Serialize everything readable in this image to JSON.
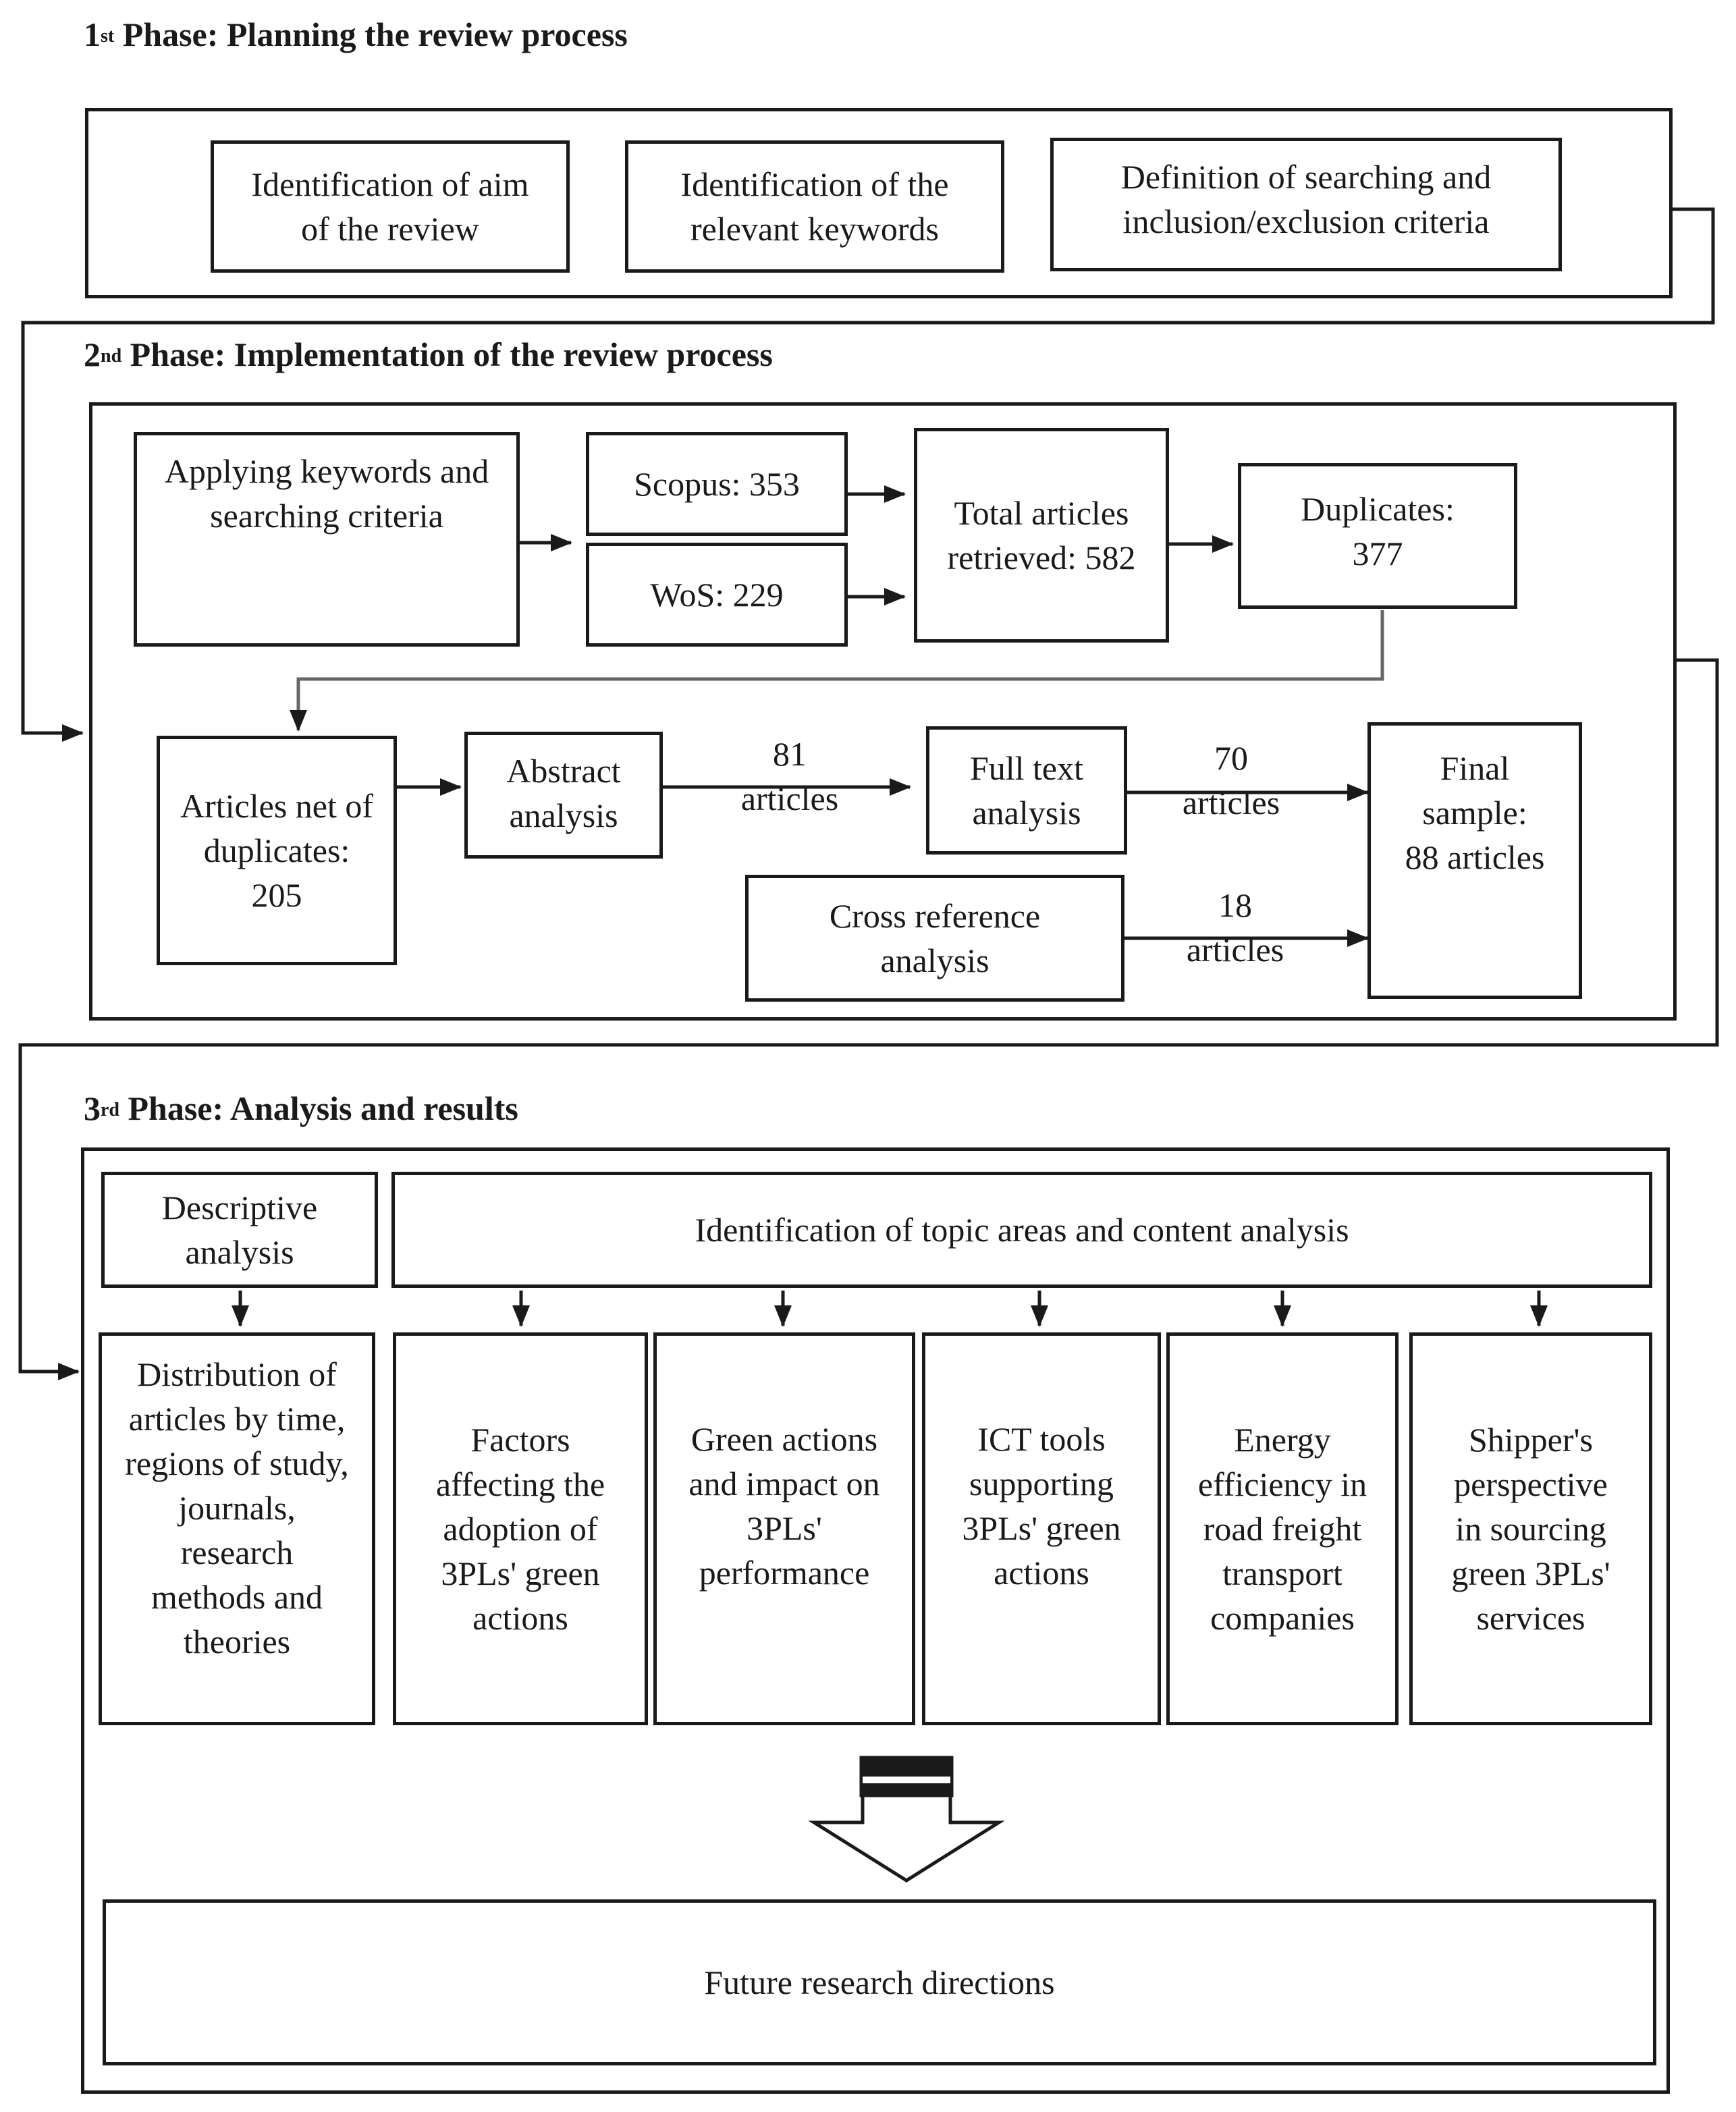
{
  "phase1": {
    "num": "1",
    "sup": "st",
    "title": " Phase: Planning the review process",
    "boxes": {
      "aim": "Identification of aim of the review",
      "keywords": "Identification of the relevant keywords",
      "criteria": "Definition of searching and inclusion/exclusion criteria"
    }
  },
  "phase2": {
    "num": "2",
    "sup": "nd",
    "title": " Phase: Implementation of the review process",
    "boxes": {
      "applying": "Applying keywords and searching criteria",
      "scopus": "Scopus: 353",
      "wos": "WoS: 229",
      "total": "Total articles retrieved: 582",
      "duplicates": "Duplicates: 377",
      "net": "Articles net of duplicates: 205",
      "abstract": "Abstract analysis",
      "fulltext": "Full text analysis",
      "crossref": "Cross reference analysis",
      "final": "Final sample: 88 articles"
    },
    "labels": {
      "abstract_to_full_n": "81",
      "abstract_to_full_unit": "articles",
      "full_to_final_n": "70",
      "full_to_final_unit": "articles",
      "cross_to_final_n": "18",
      "cross_to_final_unit": "articles"
    }
  },
  "phase3": {
    "num": "3",
    "sup": "rd",
    "title": " Phase: Analysis and results",
    "boxes": {
      "descriptive": "Descriptive analysis",
      "topics": "Identification of topic areas and content analysis",
      "distribution": "Distribution of articles by time, regions of study, journals, research methods and theories",
      "factors": "Factors affecting the adoption of 3PLs' green actions",
      "green": "Green actions and impact on 3PLs' performance",
      "ict": "ICT tools supporting 3PLs' green actions",
      "energy": "Energy efficiency in road freight transport companies",
      "shipper": "Shipper's perspective in sourcing green 3PLs' services",
      "future": "Future research directions"
    }
  }
}
